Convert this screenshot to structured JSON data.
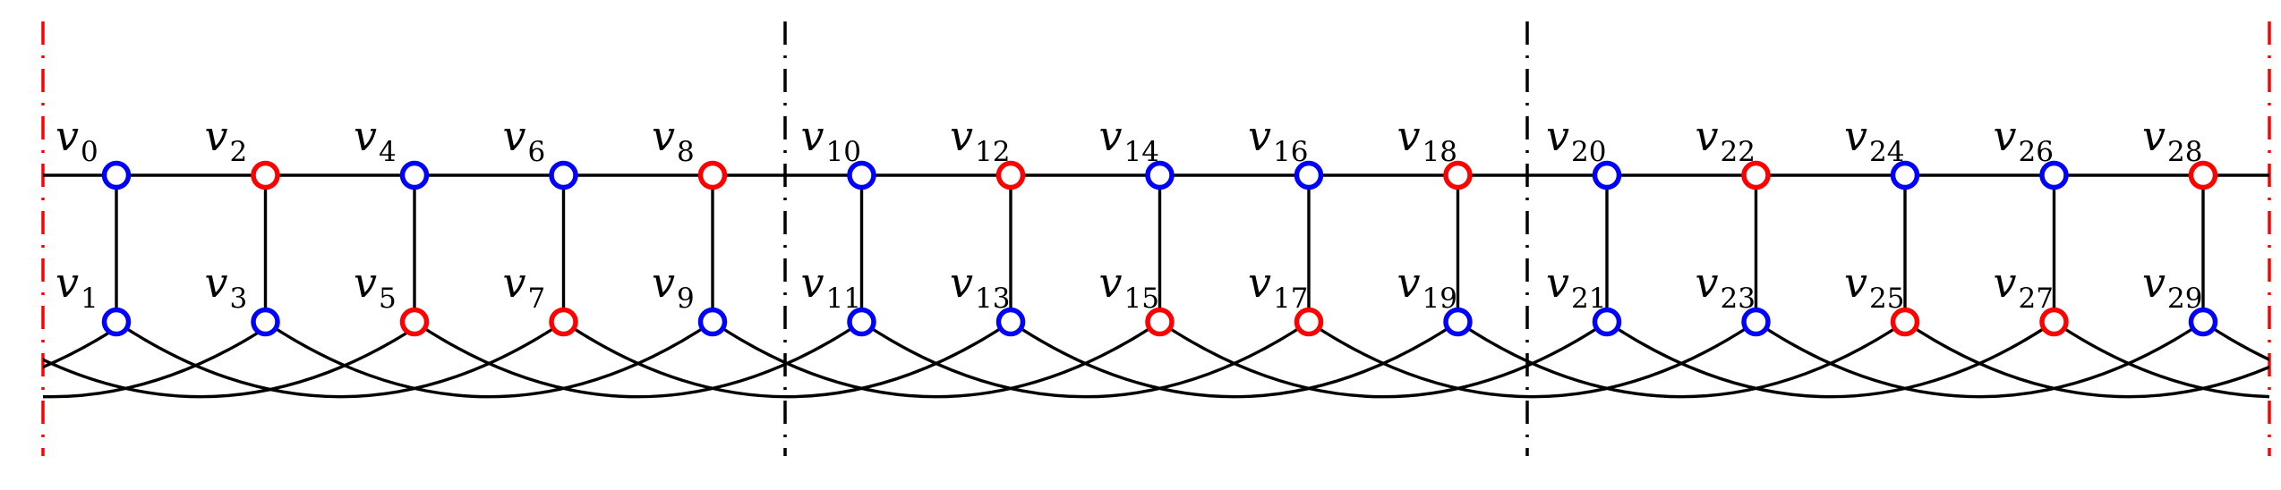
{
  "diagram": {
    "colors": {
      "blue": "#0000ff",
      "red": "#ff0000",
      "edge": "#000000",
      "boundary": "#ff0000",
      "divider": "#000000"
    },
    "vertices": [
      {
        "id": "v0",
        "sub": "0",
        "color": "blue"
      },
      {
        "id": "v1",
        "sub": "1",
        "color": "blue"
      },
      {
        "id": "v2",
        "sub": "2",
        "color": "red"
      },
      {
        "id": "v3",
        "sub": "3",
        "color": "blue"
      },
      {
        "id": "v4",
        "sub": "4",
        "color": "blue"
      },
      {
        "id": "v5",
        "sub": "5",
        "color": "red"
      },
      {
        "id": "v6",
        "sub": "6",
        "color": "blue"
      },
      {
        "id": "v7",
        "sub": "7",
        "color": "red"
      },
      {
        "id": "v8",
        "sub": "8",
        "color": "red"
      },
      {
        "id": "v9",
        "sub": "9",
        "color": "blue"
      },
      {
        "id": "v10",
        "sub": "10",
        "color": "blue"
      },
      {
        "id": "v11",
        "sub": "11",
        "color": "blue"
      },
      {
        "id": "v12",
        "sub": "12",
        "color": "red"
      },
      {
        "id": "v13",
        "sub": "13",
        "color": "blue"
      },
      {
        "id": "v14",
        "sub": "14",
        "color": "blue"
      },
      {
        "id": "v15",
        "sub": "15",
        "color": "red"
      },
      {
        "id": "v16",
        "sub": "16",
        "color": "blue"
      },
      {
        "id": "v17",
        "sub": "17",
        "color": "red"
      },
      {
        "id": "v18",
        "sub": "18",
        "color": "red"
      },
      {
        "id": "v19",
        "sub": "19",
        "color": "blue"
      },
      {
        "id": "v20",
        "sub": "20",
        "color": "blue"
      },
      {
        "id": "v21",
        "sub": "21",
        "color": "blue"
      },
      {
        "id": "v22",
        "sub": "22",
        "color": "red"
      },
      {
        "id": "v23",
        "sub": "23",
        "color": "blue"
      },
      {
        "id": "v24",
        "sub": "24",
        "color": "blue"
      },
      {
        "id": "v25",
        "sub": "25",
        "color": "red"
      },
      {
        "id": "v26",
        "sub": "26",
        "color": "blue"
      },
      {
        "id": "v27",
        "sub": "27",
        "color": "red"
      },
      {
        "id": "v28",
        "sub": "28",
        "color": "red"
      },
      {
        "id": "v29",
        "sub": "29",
        "color": "blue"
      }
    ],
    "label_letter": "v"
  }
}
